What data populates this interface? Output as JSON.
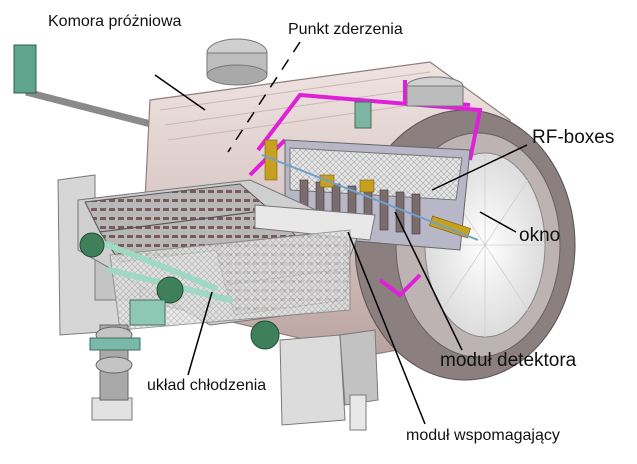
{
  "labels": {
    "komora": "Komora  próżniowa",
    "punkt": "Punkt  zderzenia",
    "rf_boxes": "RF-boxes",
    "okno": "okno",
    "modul_detektora": "moduł  detektora",
    "uklad_chlodzenia": "układ  chłodzenia",
    "modul_wspomagajacy": "moduł  wspomagający"
  },
  "colors": {
    "vessel": "#d9c8c5",
    "vessel_shade": "#bfa9a6",
    "highlight": "#e020d8",
    "frame": "#cfcfcf",
    "cooling_pipe": "#9ed9c4",
    "flange": "#3f7f5a",
    "detector_gold": "#c8a020",
    "leader": "#000000"
  }
}
